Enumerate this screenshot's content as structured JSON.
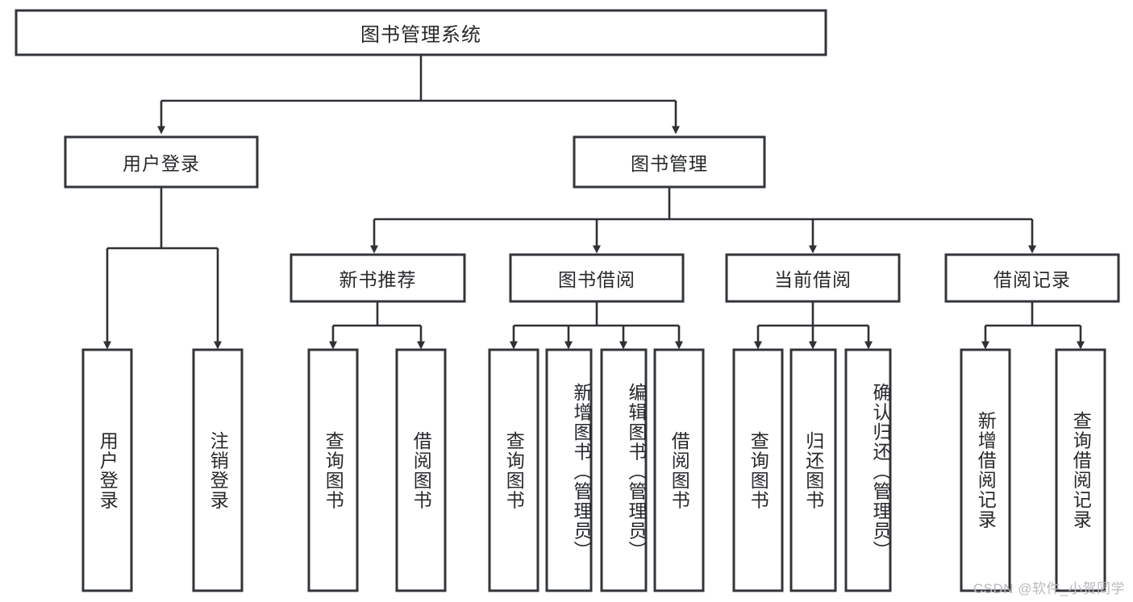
{
  "diagram": {
    "title": "图书管理系统",
    "type": "tree-hierarchy",
    "root": {
      "label": "图书管理系统"
    },
    "level2": [
      {
        "label": "用户登录"
      },
      {
        "label": "图书管理"
      }
    ],
    "level3": [
      {
        "label": "新书推荐",
        "parent": "图书管理"
      },
      {
        "label": "图书借阅",
        "parent": "图书管理"
      },
      {
        "label": "当前借阅",
        "parent": "图书管理"
      },
      {
        "label": "借阅记录",
        "parent": "图书管理"
      }
    ],
    "leaves": {
      "用户登录": [
        {
          "label": "用户登录"
        },
        {
          "label": "注销登录"
        }
      ],
      "新书推荐": [
        {
          "label": "查询图书"
        },
        {
          "label": "借阅图书"
        }
      ],
      "图书借阅": [
        {
          "label": "查询图书"
        },
        {
          "label": "新增图书（管理员）"
        },
        {
          "label": "编辑图书（管理员）"
        },
        {
          "label": "借阅图书"
        }
      ],
      "当前借阅": [
        {
          "label": "查询图书"
        },
        {
          "label": "归还图书"
        },
        {
          "label": "确认归还（管理员）"
        }
      ],
      "借阅记录": [
        {
          "label": "新增借阅记录"
        },
        {
          "label": "查询借阅记录"
        }
      ]
    }
  },
  "watermark": {
    "text": "CSDN @软件_小贺同学"
  },
  "colors": {
    "box_stroke": "#32353a",
    "connector": "#2e3135",
    "text": "#26282b",
    "background": "#ffffff",
    "watermark": "#b9babc"
  }
}
